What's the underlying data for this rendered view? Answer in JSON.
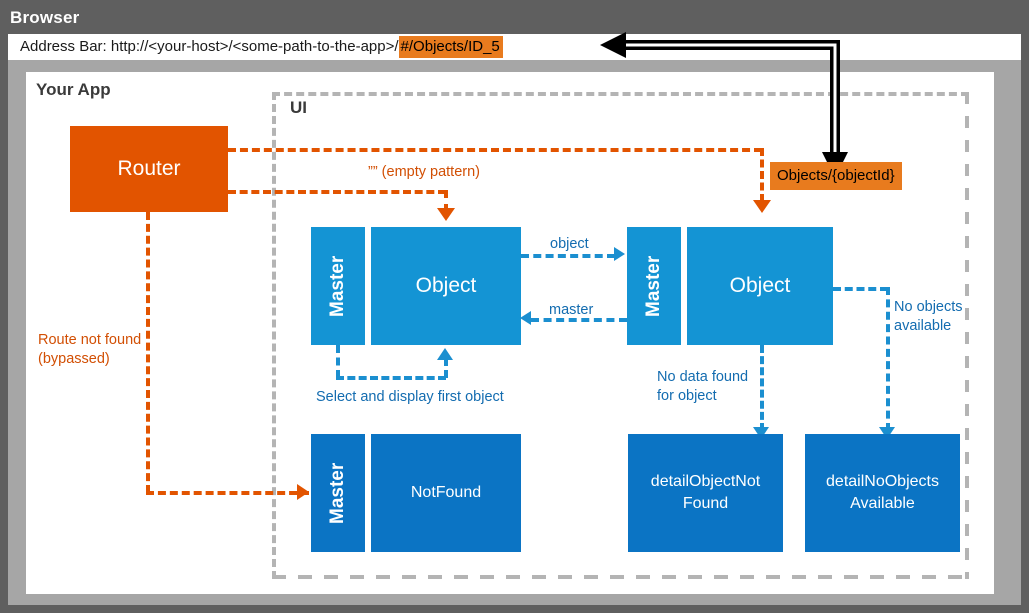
{
  "browser": {
    "title": "Browser",
    "address_bar": {
      "prefix": "Address Bar: http://<your-host>/<some-path-to-the-app>/",
      "highlight": "#/Objects/ID_5"
    }
  },
  "app": {
    "title": "Your App",
    "ui_container_label": "UI"
  },
  "nodes": {
    "router": "Router",
    "master_left_top": "Master",
    "object_left": "Object",
    "master_right_top": "Master",
    "object_right": "Object",
    "master_bottom": "Master",
    "not_found": "NotFound",
    "detail_object_not_found": "detailObjectNot\nFound",
    "detail_no_objects_available": "detailNoObjects\nAvailable"
  },
  "route_pills": {
    "object_id_pattern": "Objects/{objectId}"
  },
  "annotations": {
    "empty_pattern": "”” (empty pattern)",
    "route_not_found": "Route not found\n(bypassed)",
    "select_first_object": "Select and display first object",
    "edge_object": "object",
    "edge_master": "master",
    "no_objects_available": "No objects\navailable",
    "no_data_found_for_object": "No data found\nfor object"
  },
  "colors": {
    "orange": "#e25400",
    "orange_pill": "#e87b1e",
    "blue_light": "#1494d4",
    "blue_dark": "#0b74c4",
    "blue_line": "#1b8fd0",
    "chrome_dark": "#5f5f5f",
    "chrome_light": "#a6a6a6",
    "dashed_gray": "#b4b4b4"
  }
}
